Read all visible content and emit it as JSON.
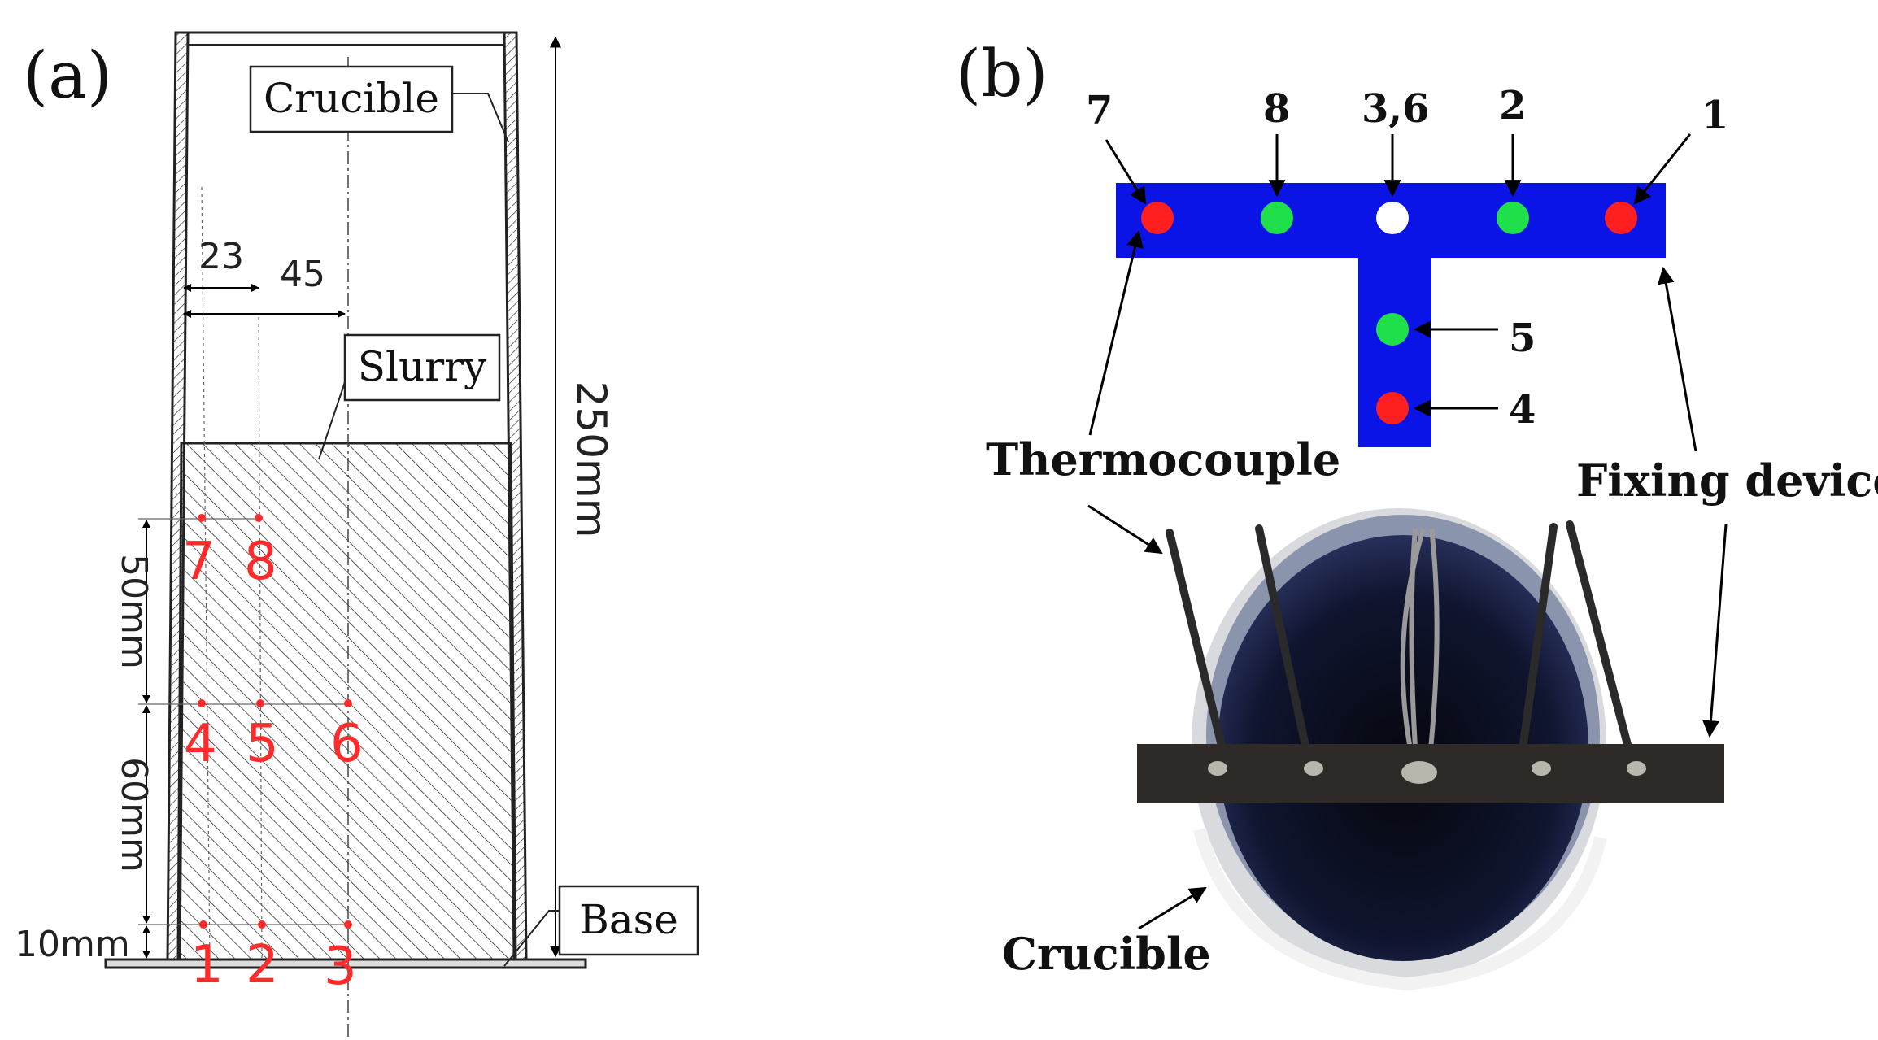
{
  "panel_a": {
    "label": "(a)",
    "crucible_label": "Crucible",
    "slurry_label": "Slurry",
    "base_label": "Base",
    "dim_height": "250mm",
    "dim_23": "23",
    "dim_45": "45",
    "dim_50": "50mm",
    "dim_60": "60mm",
    "dim_10": "10mm",
    "points": [
      "1",
      "2",
      "3",
      "4",
      "5",
      "6",
      "7",
      "8"
    ],
    "point_color": "#ff2a2a"
  },
  "panel_b": {
    "label": "(b)",
    "numbers": {
      "n7": "7",
      "n8": "8",
      "n36": "3,6",
      "n2": "2",
      "n1": "1",
      "n5": "5",
      "n4": "4"
    },
    "thermocouple_label": "Thermocouple",
    "fixing_label": "Fixing device",
    "crucible_label": "Crucible",
    "colors": {
      "device": "#0a14e6",
      "red": "#ff1f1f",
      "green": "#1fe04a",
      "white": "#ffffff"
    }
  }
}
